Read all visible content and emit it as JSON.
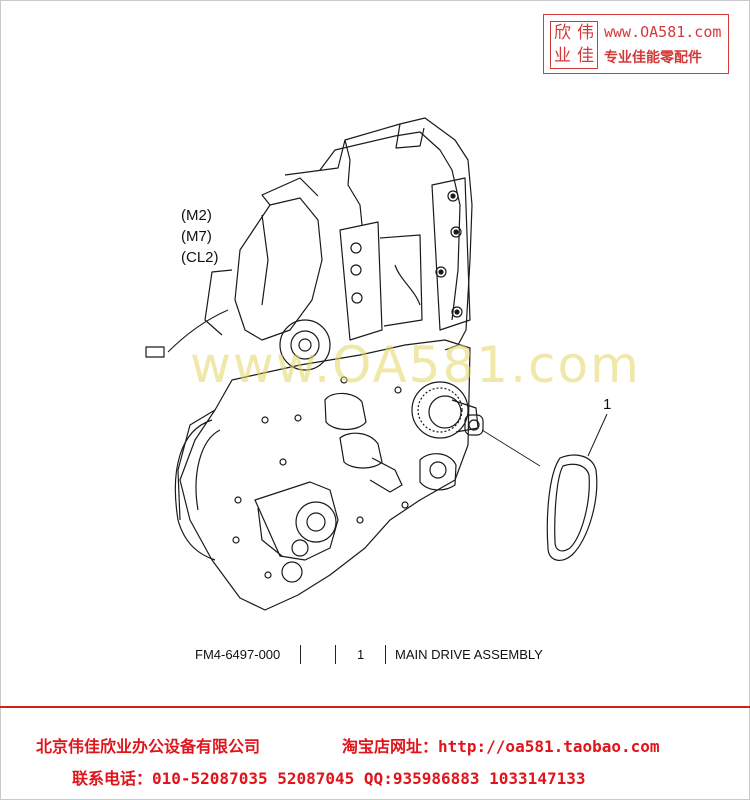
{
  "header": {
    "seal_chars": [
      "欣",
      "伟",
      "业",
      "佳"
    ],
    "url": "www.OA581.com",
    "tagline": "专业佳能零配件"
  },
  "diagram": {
    "callout_labels": [
      "(M2)",
      "(M7)",
      "(CL2)"
    ],
    "part_number_callout": "1",
    "watermark": "www.OA581.com"
  },
  "parts_table": {
    "part_no": "FM4-6497-000",
    "qty": "1",
    "description": "MAIN DRIVE ASSEMBLY"
  },
  "footer": {
    "company": "北京伟佳欣业办公设备有限公司",
    "shop": "淘宝店网址：http://oa581.taobao.com",
    "contact": "联系电话：010-52087035 52087045 QQ:935986883 1033147133"
  },
  "colors": {
    "accent_red": "#e0141b",
    "stamp_red": "#d23a3a",
    "watermark_yellow": "#e2d660"
  }
}
